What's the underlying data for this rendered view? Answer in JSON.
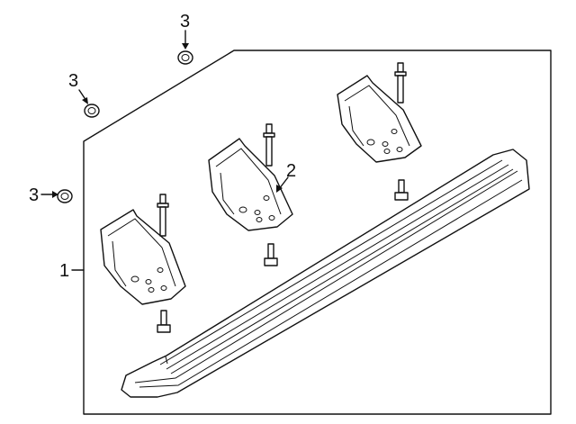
{
  "diagram": {
    "callouts": [
      {
        "id": "label-1",
        "text": "1"
      },
      {
        "id": "label-2",
        "text": "2"
      },
      {
        "id": "label-3a",
        "text": "3"
      },
      {
        "id": "label-3b",
        "text": "3"
      },
      {
        "id": "label-3c",
        "text": "3"
      }
    ],
    "parts": [
      "running-board",
      "mounting-bracket",
      "bolt",
      "stud",
      "nut"
    ]
  }
}
